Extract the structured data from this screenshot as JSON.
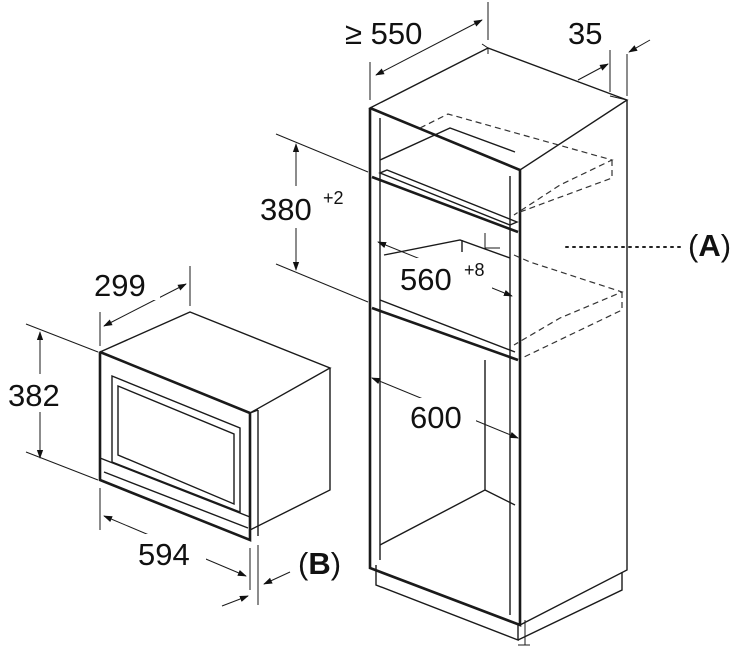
{
  "dimensions": {
    "cabinet_depth": "≥ 550",
    "back_gap": "35",
    "niche_height": "380",
    "niche_height_tol": "+2",
    "niche_width": "560",
    "niche_width_tol": "+8",
    "cabinet_width": "600",
    "appliance_depth": "299",
    "appliance_height": "382",
    "appliance_width": "594"
  },
  "references": {
    "a": {
      "open": "(",
      "letter": "A",
      "close": ")"
    },
    "b": {
      "open": "(",
      "letter": "B",
      "close": ")"
    }
  }
}
